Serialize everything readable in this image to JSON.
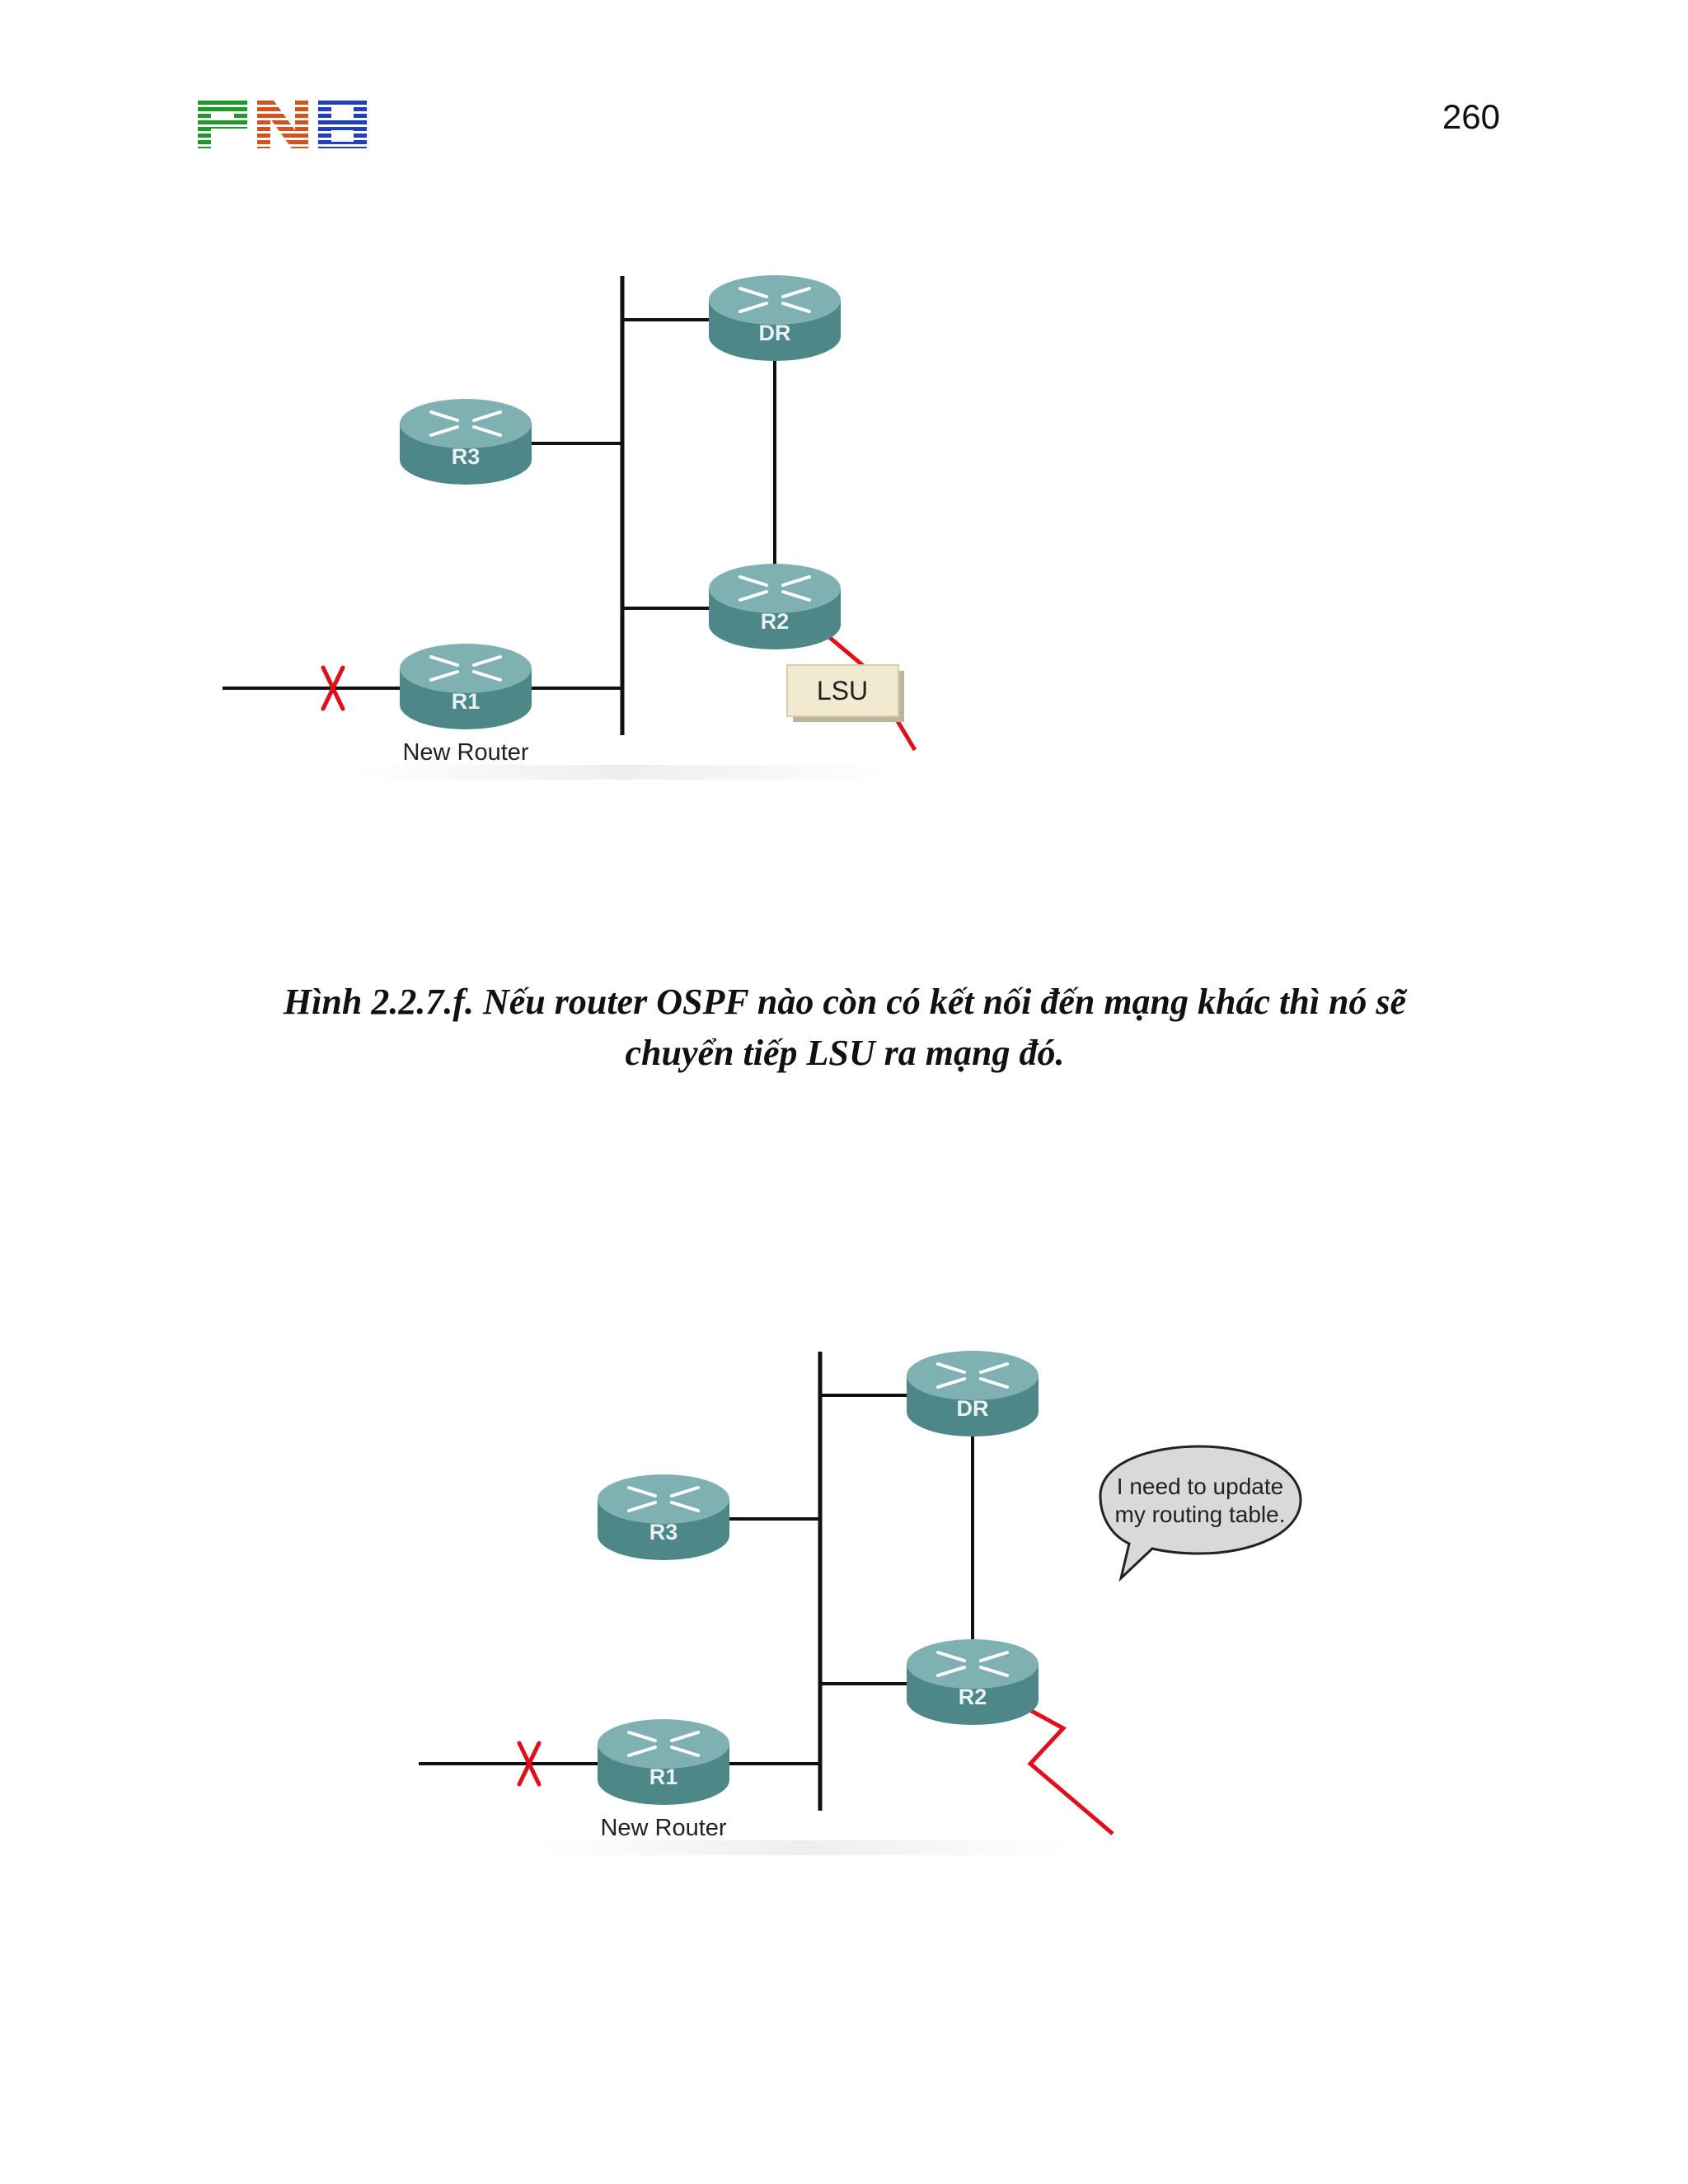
{
  "header": {
    "logo_text": "PNH",
    "logo_colors": [
      "#1e9a2a",
      "#d2531c",
      "#1f3fbf"
    ],
    "page_number": "260"
  },
  "figure1": {
    "routers": {
      "dr": "DR",
      "r3": "R3",
      "r2": "R2",
      "r1": "R1"
    },
    "new_router_label": "New Router",
    "packet_label": "LSU"
  },
  "caption": {
    "line1": "Hình 2.2.7.f. Nếu router OSPF nào còn có kết nối đến mạng khác thì nó sẽ",
    "line2": "chuyển tiếp LSU ra mạng đó."
  },
  "figure2": {
    "routers": {
      "dr": "DR",
      "r3": "R3",
      "r2": "R2",
      "r1": "R1"
    },
    "new_router_label": "New Router",
    "speech_line1": "I need to update",
    "speech_line2": "my routing table."
  },
  "colors": {
    "router_body": "#4e8788",
    "router_top": "#7fb1b2",
    "link": "#111111",
    "wan_link": "#e0101a",
    "failed_link_mark": "#e0101a",
    "lsu_envelope": "#f2ead0",
    "speech_bubble": "#d9d9db"
  }
}
